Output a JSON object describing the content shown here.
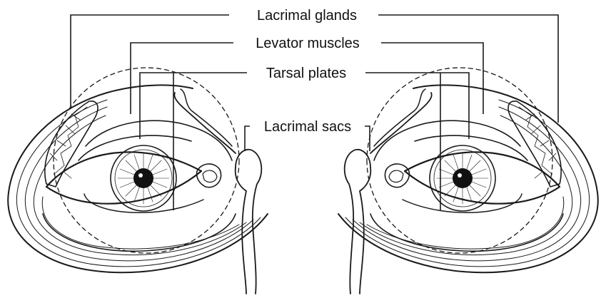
{
  "labels": {
    "lacrimal_glands": "Lacrimal glands",
    "levator_muscles": "Levator muscles",
    "tarsal_plates": "Tarsal plates",
    "lacrimal_sacs": "Lacrimal sacs"
  },
  "colors": {
    "ink": "#1a1a1a",
    "paper": "#ffffff",
    "pupil": "#111111"
  }
}
